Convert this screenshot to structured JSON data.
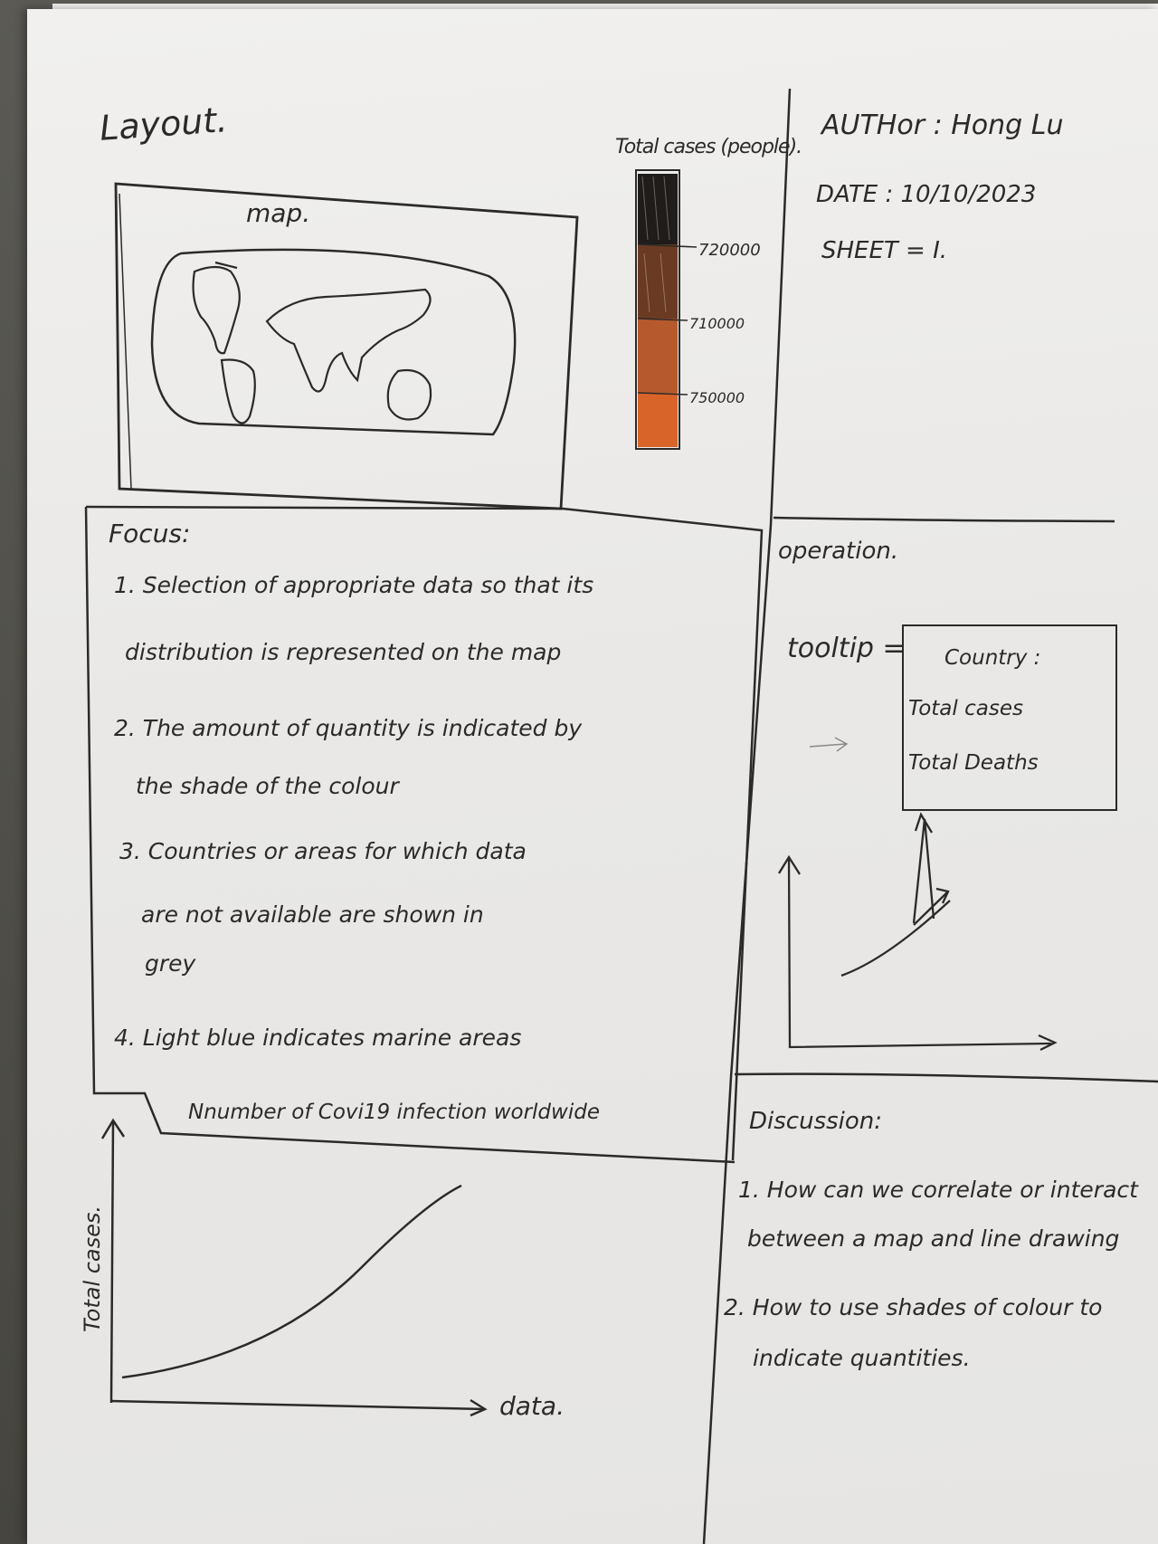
{
  "layout": {
    "label": "Layout.",
    "map_label": "map."
  },
  "legend": {
    "title": "Total cases (people).",
    "ticks": [
      "720000",
      "710000",
      "750000"
    ],
    "colors": [
      "#1f1c1a",
      "#6b3a22",
      "#b65a2e",
      "#d8642a"
    ]
  },
  "meta": {
    "author_label": "AUTHor : Hong Lu",
    "date_label": "DATE  :  10/10/2023",
    "sheet_label": "SHEET  =  I."
  },
  "focus": {
    "heading": "Focus:",
    "lines": [
      "1. Selection of appropriate data so that its",
      "distribution is represented on the map",
      "2. The amount of quantity is indicated by",
      "the shade of the colour",
      "3. Countries or areas for which data",
      "are not available are shown in",
      "grey",
      "4. Light blue indicates marine areas"
    ]
  },
  "chart": {
    "title": "Nnumber of Covi19 infection worldwide",
    "ylabel": "Total cases.",
    "xlabel": "data."
  },
  "operation": {
    "heading": "operation.",
    "tooltip_label": "tooltip =",
    "tooltip_fields": [
      "Country :",
      "Total cases",
      "Total Deaths"
    ]
  },
  "discussion": {
    "heading": "Discussion:",
    "lines": [
      "1. How can we correlate or interact",
      "between a map and line drawing",
      "2. How to use shades of colour to",
      "indicate quantities."
    ]
  }
}
